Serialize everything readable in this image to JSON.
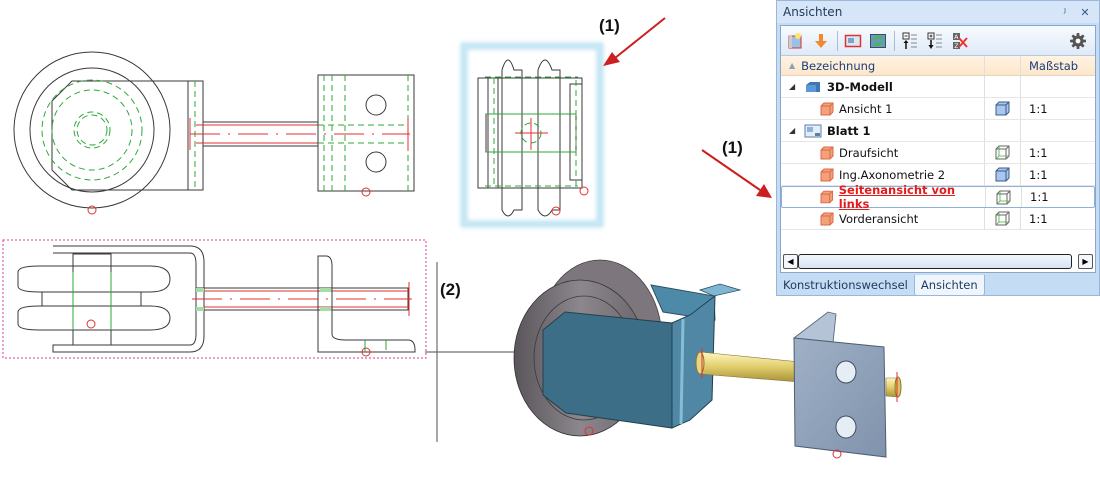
{
  "callouts": {
    "label_1_top": "(1)",
    "label_1_panel": "(1)",
    "label_2": "(2)"
  },
  "colors": {
    "edge": "#3a3a3a",
    "hidden_line": "#2ea83a",
    "center_line": "#e03030",
    "selection_frame": "#bfe3f3",
    "sheet_frame": "#e03aa0",
    "callout_arrow": "#cc1f1f",
    "bracket_blue": "#3d6e87",
    "wheel_gray": "#6d6870",
    "axle_gold": "#e8d782",
    "angle_plate": "#8fa1b8"
  },
  "drawing": {
    "views": [
      {
        "name": "Draufsicht",
        "kind": "2d-top"
      },
      {
        "name": "Seitenansicht von links",
        "kind": "2d-side",
        "selected": true
      },
      {
        "name": "Vorderansicht",
        "kind": "2d-front"
      },
      {
        "name": "Ing.Axonometrie 2",
        "kind": "3d-shaded"
      }
    ]
  },
  "panel": {
    "title": "Ansichten",
    "pin_icon": "pin-icon",
    "close_icon": "close-icon",
    "toolbar": [
      {
        "icon": "new-view-icon",
        "tooltip": ""
      },
      {
        "icon": "arrow-down-icon",
        "tooltip": ""
      },
      {
        "icon": "view-frame-icon",
        "tooltip": ""
      },
      {
        "icon": "refresh-view-icon",
        "tooltip": ""
      },
      {
        "icon": "collapse-all-icon",
        "tooltip": ""
      },
      {
        "icon": "expand-all-icon",
        "tooltip": ""
      },
      {
        "icon": "clear-sort-icon",
        "tooltip": ""
      },
      {
        "icon": "gear-icon",
        "tooltip": ""
      }
    ],
    "columns": {
      "name": "Bezeichnung",
      "scale": "Maßstab"
    },
    "rows": [
      {
        "type": "group",
        "label": "3D-Modell",
        "icon": "model-3d-icon",
        "expanded": true
      },
      {
        "type": "view",
        "label": "Ansicht 1",
        "icon": "view-cube-icon",
        "view_type": "shaded-cube",
        "scale": "1:1"
      },
      {
        "type": "group",
        "label": "Blatt 1",
        "icon": "sheet-icon",
        "expanded": true
      },
      {
        "type": "view",
        "label": "Draufsicht",
        "icon": "view-cube-icon",
        "view_type": "wireframe-cube",
        "scale": "1:1"
      },
      {
        "type": "view",
        "label": "Ing.Axonometrie 2",
        "icon": "view-cube-icon",
        "view_type": "shaded-cube",
        "scale": "1:1"
      },
      {
        "type": "view",
        "label": "Seitenansicht von links",
        "icon": "view-cube-icon",
        "view_type": "wireframe-cube",
        "scale": "1:1",
        "selected": true
      },
      {
        "type": "view",
        "label": "Vorderansicht",
        "icon": "view-cube-icon",
        "view_type": "wireframe-cube",
        "scale": "1:1"
      }
    ],
    "tabs": [
      {
        "label": "Konstruktionswechsel",
        "active": false
      },
      {
        "label": "Ansichten",
        "active": true
      }
    ]
  }
}
